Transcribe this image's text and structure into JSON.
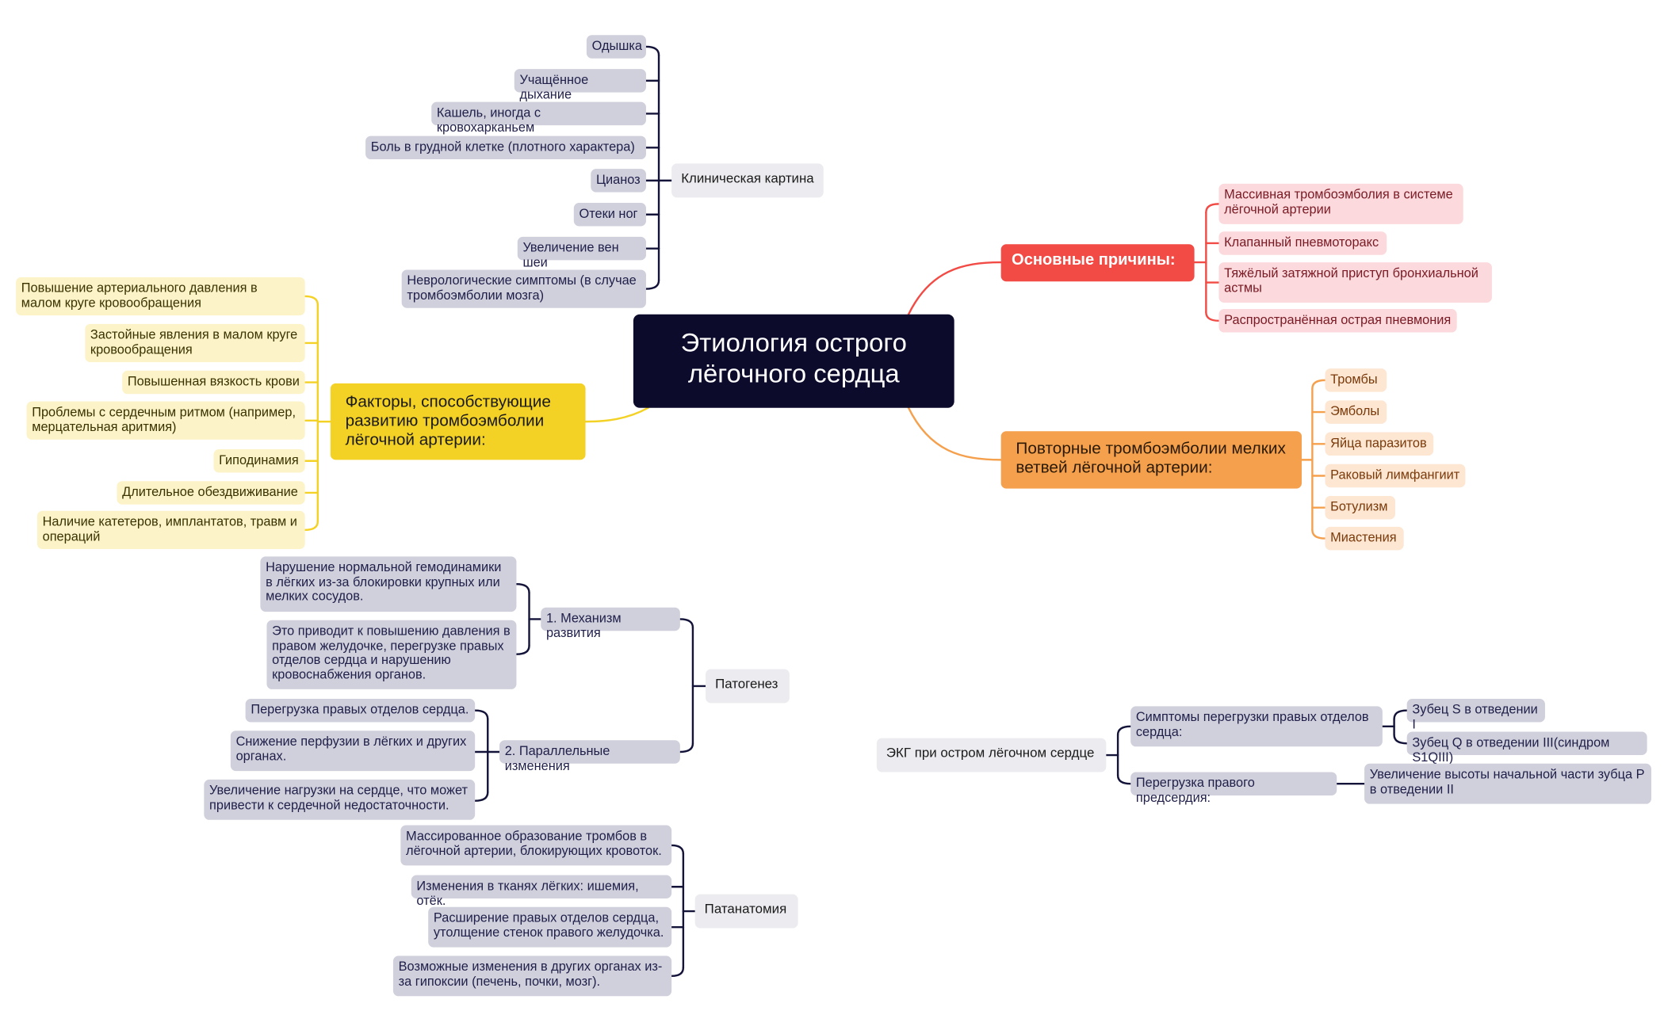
{
  "root": "Этиология острого лёгочного сердца",
  "clinical": {
    "title": "Клиническая картина",
    "items": [
      "Одышка",
      "Учащённое дыхание",
      "Кашель, иногда с кровохарканьем",
      "Боль в грудной клетке (плотного характера)",
      "Цианоз",
      "Отеки ног",
      "Увеличение вен шеи",
      "Неврологические симптомы (в случае тромбоэмболии мозга)"
    ]
  },
  "causes": {
    "title": "Основные причины:",
    "items": [
      "Массивная тромбоэмболия в системе лёгочной артерии",
      "Клапанный пневмоторакс",
      "Тяжёлый затяжной приступ бронхиальной астмы",
      "Распространённая острая пневмония"
    ]
  },
  "repeated": {
    "title": "Повторные тромбоэмболии мелких ветвей лёгочной артерии:",
    "items": [
      "Тромбы",
      "Эмболы",
      "Яйца паразитов",
      "Раковый лимфангиит",
      "Ботулизм",
      "Миастения"
    ]
  },
  "factors": {
    "title": "Факторы, способствующие развитию тромбоэмболии лёгочной артерии:",
    "items": [
      "Повышение артериального давления в малом круге кровообращения",
      "Застойные явления в малом круге кровообращения",
      "Повышенная вязкость крови",
      "Проблемы с сердечным ритмом (например, мерцательная аритмия)",
      "Гиподинамия",
      "Длительное обездвиживание",
      "Наличие катетеров, имплантатов, травм и операций"
    ]
  },
  "pathogenesis": {
    "title": "Патогенез",
    "mechanism": {
      "title": "1. Механизм развития",
      "items": [
        "Нарушение нормальной гемодинамики в лёгких из-за блокировки крупных или мелких сосудов.",
        "Это приводит к повышению давления в правом желудочке, перегрузке правых отделов сердца и нарушению кровоснабжения органов."
      ]
    },
    "parallel": {
      "title": "2. Параллельные изменения",
      "items": [
        "Перегрузка правых отделов сердца.",
        "Снижение перфузии в лёгких и других органах.",
        "Увеличение нагрузки на сердце, что может привести к сердечной недостаточности."
      ]
    }
  },
  "anatomy": {
    "title": "Патанатомия",
    "items": [
      "Массированное образование тромбов в лёгочной артерии, блокирующих кровоток.",
      "Изменения в тканях лёгких: ишемия, отёк.",
      "Расширение правых отделов сердца, утолщение стенок правого желудочка.",
      "Возможные изменения в других органах из-за гипоксии (печень, почки, мозг)."
    ]
  },
  "ecg": {
    "title": "ЭКГ при остром лёгочном сердце",
    "overload": {
      "title": "Симптомы перегрузки правых отделов сердца:",
      "items": [
        "Зубец S в отведении I",
        "Зубец Q в отведении III(синдром S1QIII)"
      ]
    },
    "atrium": {
      "title": "Перегрузка правого предсердия:",
      "items": [
        "Увеличение высоты начальной части зубца P в отведении II"
      ]
    }
  },
  "colors": {
    "root": "#0c0b2c",
    "causes": "#f24b45",
    "repeated": "#f5a04d",
    "factors": "#f3d125",
    "gray_node": "#d0d0dc",
    "header_node": "#ececf0",
    "wire_dark": "#14143a"
  }
}
